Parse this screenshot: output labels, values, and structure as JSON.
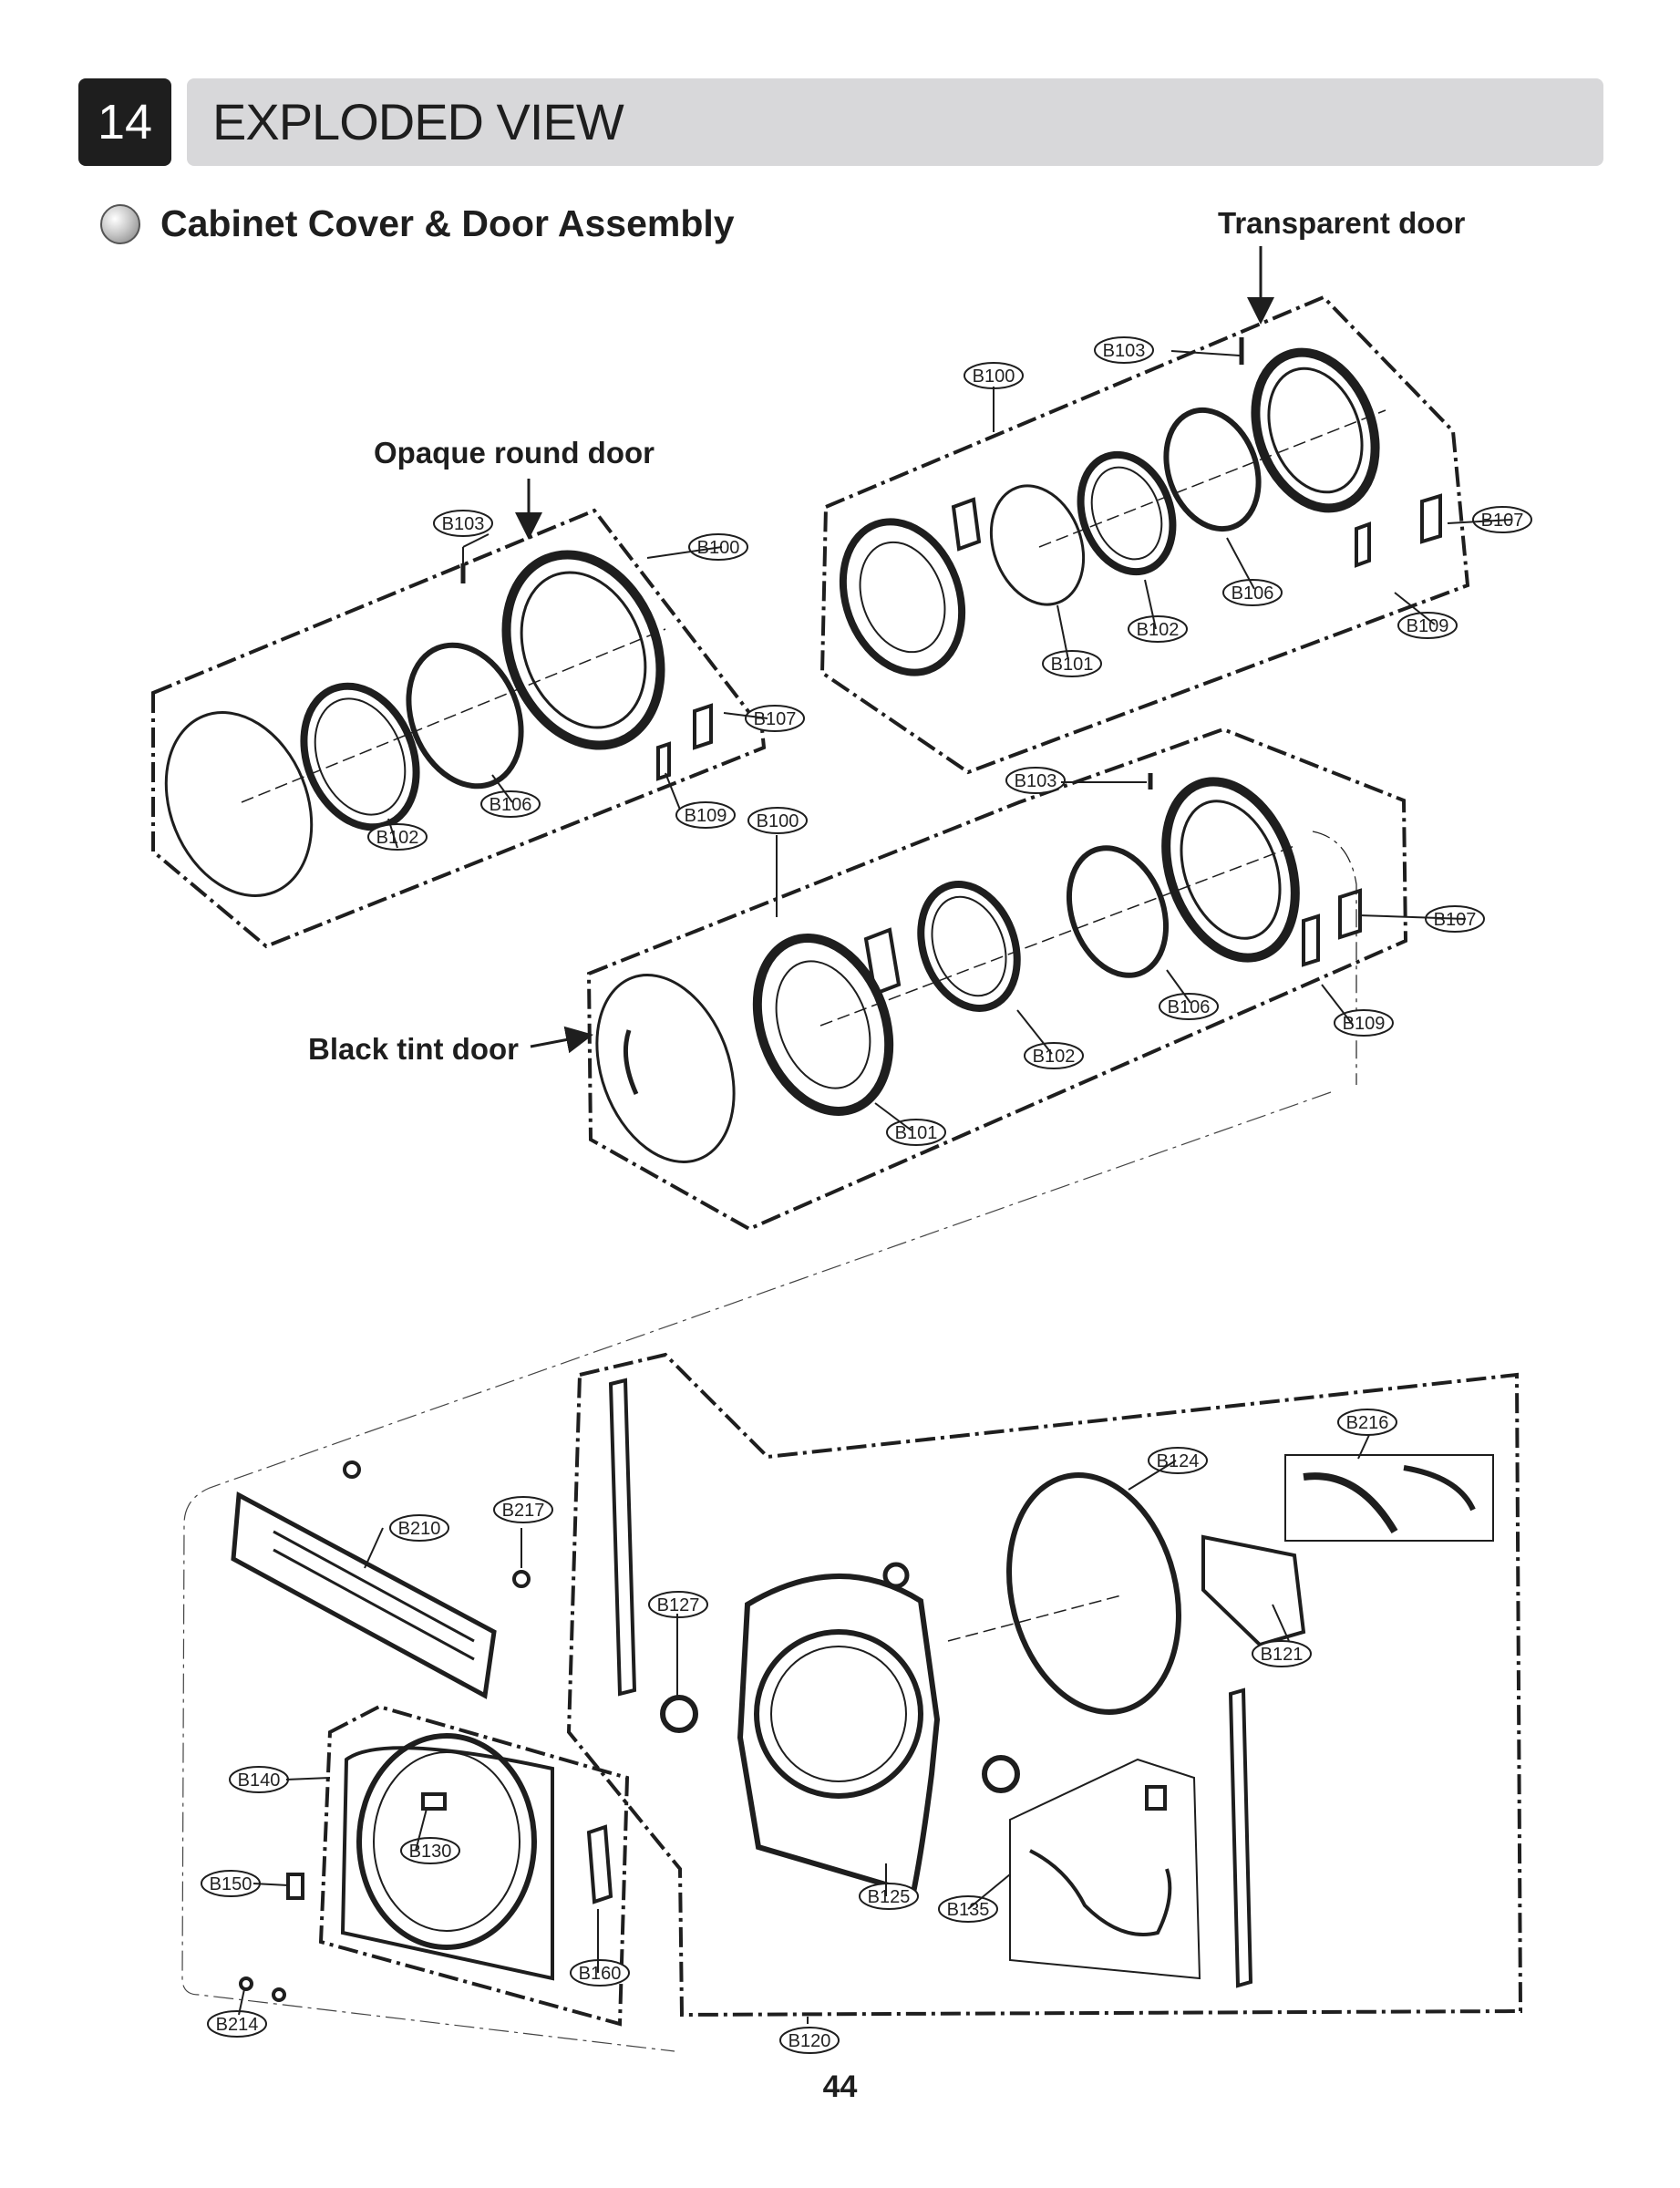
{
  "header": {
    "section_number": "14",
    "title": "EXPLODED VIEW"
  },
  "subtitle": "Cabinet Cover & Door Assembly",
  "labels": {
    "transparent_door": "Transparent door",
    "opaque_door": "Opaque round door",
    "black_tint_door": "Black tint door"
  },
  "callouts": [
    "B103",
    "B100",
    "B107",
    "B106",
    "B102",
    "B109",
    "B101",
    "B103",
    "B100",
    "B107",
    "B106",
    "B102",
    "B109",
    "B103",
    "B100",
    "B107",
    "B106",
    "B109",
    "B102",
    "B101",
    "B216",
    "B124",
    "B121",
    "B127",
    "B125",
    "B135",
    "B120",
    "B210",
    "B217",
    "B140",
    "B130",
    "B150",
    "B160",
    "B214"
  ],
  "page_number": "44"
}
